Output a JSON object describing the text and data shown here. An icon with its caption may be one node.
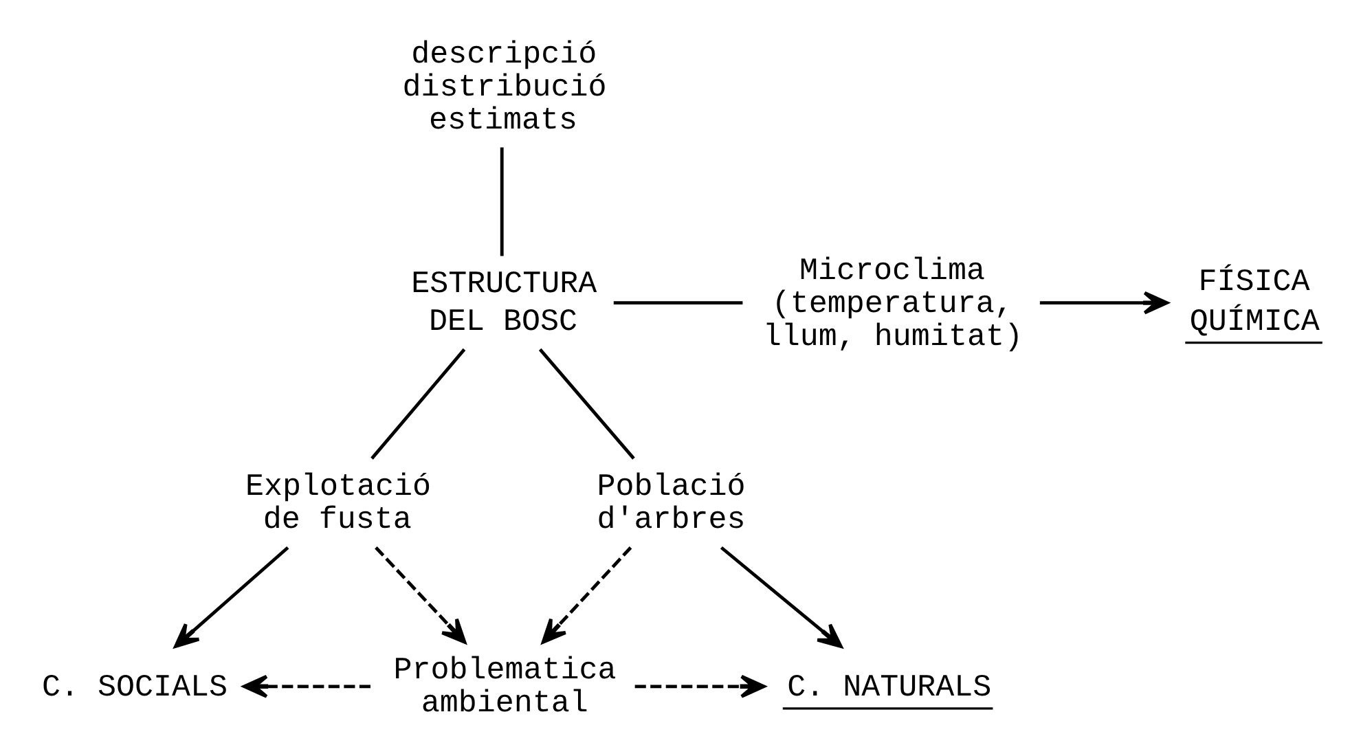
{
  "diagram": {
    "nodes": [
      {
        "text": [
          "descripció distribució estimats"
        ]
      },
      {
        "text": [
          "ESTRUCTURA",
          "DEL BOSC"
        ]
      },
      {
        "text": [
          "Microclima (temperatura, llum, humitat)"
        ]
      },
      {
        "text": [
          "FÍSICA",
          "QUÍMICA"
        ]
      },
      {
        "text": [
          "Explotació de fusta"
        ]
      },
      {
        "text": [
          "Població d'arbres"
        ]
      },
      {
        "text": [
          "C. SOCIALS"
        ]
      },
      {
        "text": [
          "Problematica ambiental"
        ]
      },
      {
        "text": [
          "C. NATURALS"
        ]
      }
    ],
    "edges": [
      {
        "from": 0,
        "to": 1,
        "arrow": "none"
      },
      {
        "from": 1,
        "to": 2,
        "arrow": "none"
      },
      {
        "from": 2,
        "to": 3,
        "arrow": "to"
      },
      {
        "from": 1,
        "to": 4,
        "arrow": "none"
      },
      {
        "from": 1,
        "to": 5,
        "arrow": "none"
      },
      {
        "from": 4,
        "to": 6,
        "arrow": "to"
      },
      {
        "from": 4,
        "to": 7,
        "arrow": "to",
        "style": "dashed"
      },
      {
        "from": 5,
        "to": 7,
        "arrow": "to",
        "style": "dashed"
      },
      {
        "from": 5,
        "to": 8,
        "arrow": "to"
      },
      {
        "from": 7,
        "to": 6,
        "arrow": "to",
        "style": "dashed"
      },
      {
        "from": 7,
        "to": 8,
        "arrow": "to",
        "style": "dashed"
      }
    ]
  }
}
